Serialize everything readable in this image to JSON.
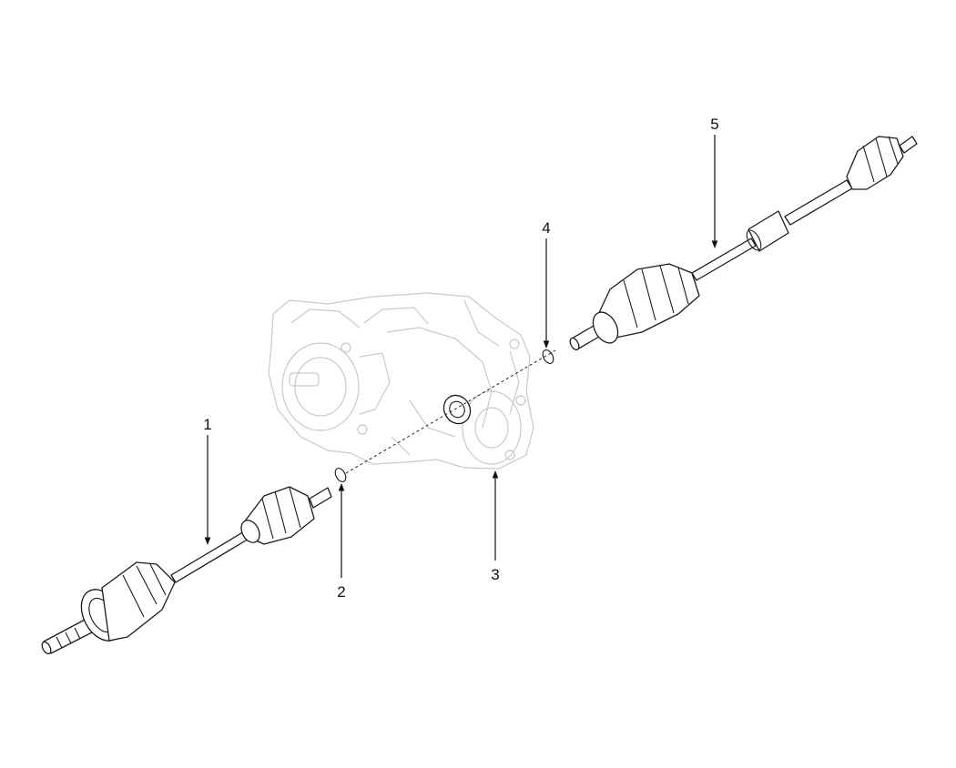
{
  "callouts": [
    {
      "id": "1",
      "text": "1"
    },
    {
      "id": "2",
      "text": "2"
    },
    {
      "id": "3",
      "text": "3"
    },
    {
      "id": "4",
      "text": "4"
    },
    {
      "id": "5",
      "text": "5"
    }
  ],
  "colors": {
    "ink": "#1a1a1a",
    "ghost": "#c9c9c9",
    "background": "#ffffff"
  }
}
